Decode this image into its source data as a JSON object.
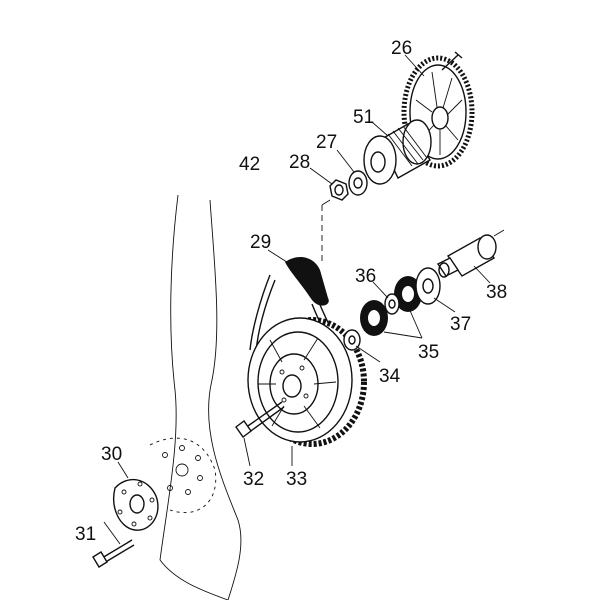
{
  "diagram": {
    "callouts": [
      {
        "id": "c26",
        "label": "26"
      },
      {
        "id": "c51",
        "label": "51"
      },
      {
        "id": "c27",
        "label": "27"
      },
      {
        "id": "c28",
        "label": "28"
      },
      {
        "id": "c42",
        "label": "42"
      },
      {
        "id": "c29",
        "label": "29"
      },
      {
        "id": "c36",
        "label": "36"
      },
      {
        "id": "c38",
        "label": "38"
      },
      {
        "id": "c37",
        "label": "37"
      },
      {
        "id": "c35",
        "label": "35"
      },
      {
        "id": "c34",
        "label": "34"
      },
      {
        "id": "c30",
        "label": "30"
      },
      {
        "id": "c31",
        "label": "31"
      },
      {
        "id": "c32",
        "label": "32"
      },
      {
        "id": "c33",
        "label": "33"
      }
    ]
  },
  "colors": {
    "ink": "#111111",
    "paper": "#ffffff"
  }
}
